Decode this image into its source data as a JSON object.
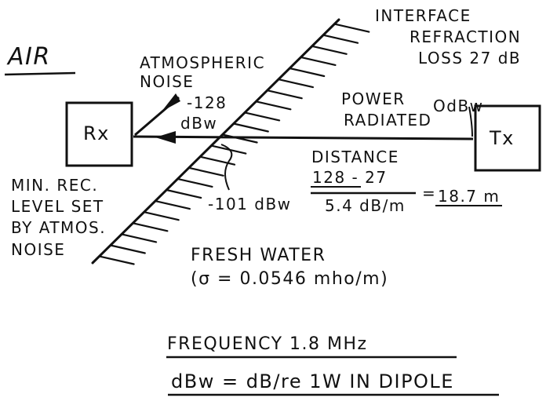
{
  "air_label": "AIR",
  "interface": [
    "INTERFACE",
    "REFRACTION",
    "LOSS 27 dB"
  ],
  "atmos_noise": [
    "ATMOSPHERIC",
    "NOISE"
  ],
  "noise_level": [
    "-128",
    "dBw"
  ],
  "power": [
    "POWER",
    "RADIATED"
  ],
  "tx_power": "OdBw",
  "rx_label": "Rx",
  "tx_label": "Tx",
  "distance_title": "DISTANCE",
  "distance_num": "128 - 27",
  "distance_den": "5.4 dB/m",
  "distance_eq": "=",
  "distance_result": "18.7 m",
  "min_rec": [
    "MIN. REC.",
    "LEVEL SET",
    "BY ATMOS.",
    "NOISE"
  ],
  "level_at_interface": "-101 dBw",
  "water": [
    "FRESH WATER",
    "(σ = 0.0546 mho/m)"
  ],
  "frequency": "FREQUENCY 1.8 MHz",
  "dbw_def": "dBw = dB/re 1W IN DIPOLE"
}
